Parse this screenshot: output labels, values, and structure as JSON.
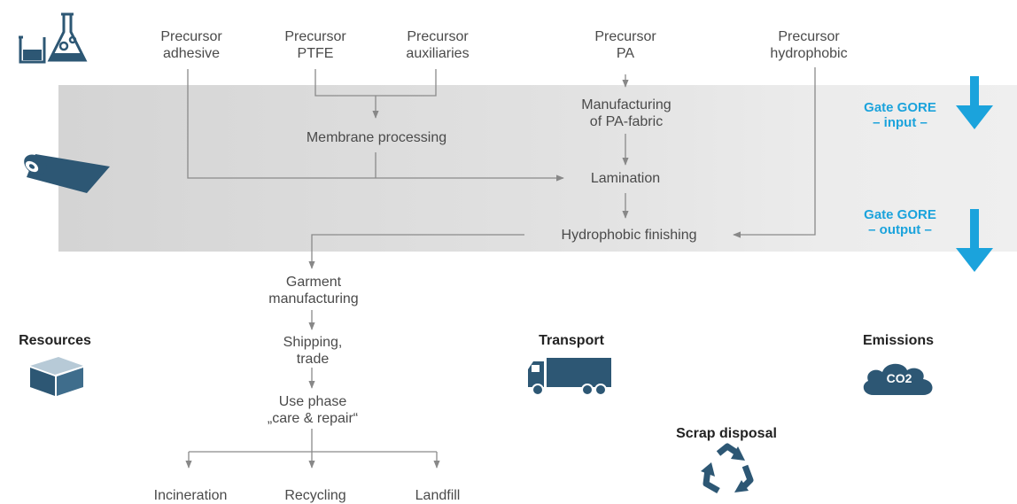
{
  "nodes": {
    "precursor_adhesive": "Precursor\nadhesive",
    "precursor_ptfe": "Precursor\nPTFE",
    "precursor_auxiliaries": "Precursor\nauxiliaries",
    "precursor_pa": "Precursor\nPA",
    "precursor_hydrophobic": "Precursor\nhydrophobic",
    "manufacturing_pa_fabric": "Manufacturing\nof PA-fabric",
    "membrane_processing": "Membrane processing",
    "lamination": "Lamination",
    "hydrophobic_finishing": "Hydrophobic finishing",
    "garment_manufacturing": "Garment\nmanufacturing",
    "shipping_trade": "Shipping,\ntrade",
    "use_phase": "Use phase\n„care & repair“",
    "incineration": "Incineration",
    "recycling": "Recycling",
    "landfill": "Landfill"
  },
  "gates": {
    "input": "Gate GORE\n– input –",
    "output": "Gate GORE\n– output –"
  },
  "categories": {
    "resources": "Resources",
    "transport": "Transport",
    "emissions": "Emissions",
    "scrap_disposal": "Scrap disposal"
  },
  "icons": {
    "lab": "lab-glassware-icon",
    "roll": "fabric-roll-icon",
    "box": "box-icon",
    "truck": "truck-icon",
    "cloud": "co2-cloud-icon",
    "recycle": "recycle-icon"
  },
  "co2_label": "CO2",
  "colors": {
    "accent": "#1ba3dc",
    "icon": "#2d5774",
    "line": "#888888",
    "band": "#dcdcdc"
  }
}
